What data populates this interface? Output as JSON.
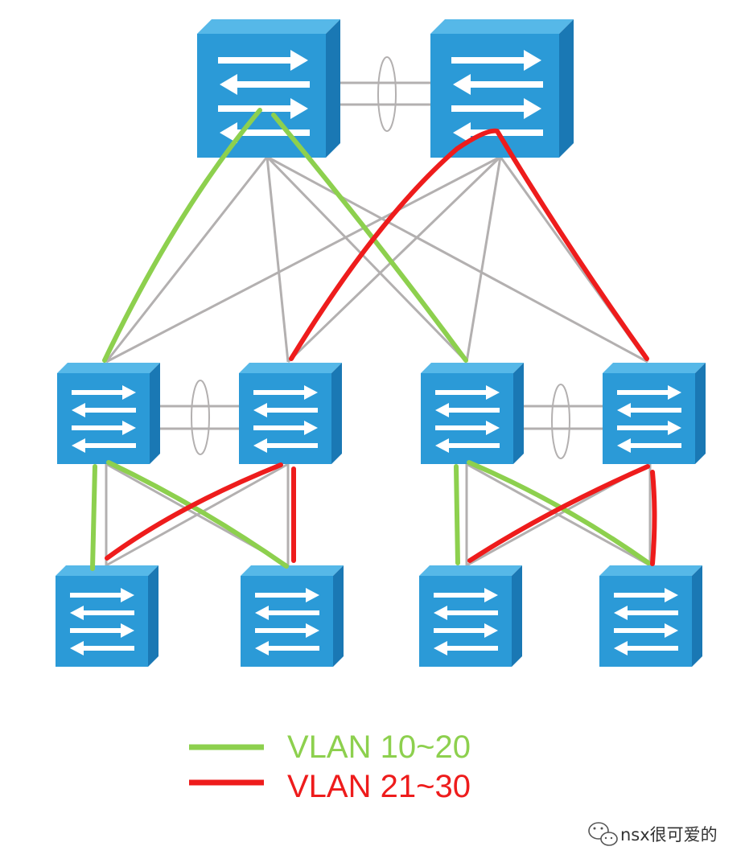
{
  "legend": [
    {
      "label": "VLAN 10~20",
      "color": "#8dd04e"
    },
    {
      "label": "VLAN 21~30",
      "color": "#ee1c1c"
    }
  ],
  "watermark": {
    "text": "nsx很可爱的",
    "icon": "wechat-icon"
  },
  "colors": {
    "switch_front": "#2b9ad7",
    "switch_top": "#56b8e8",
    "switch_side": "#1a78b4",
    "arrow": "#ffffff",
    "link": "#b3b0b0"
  }
}
